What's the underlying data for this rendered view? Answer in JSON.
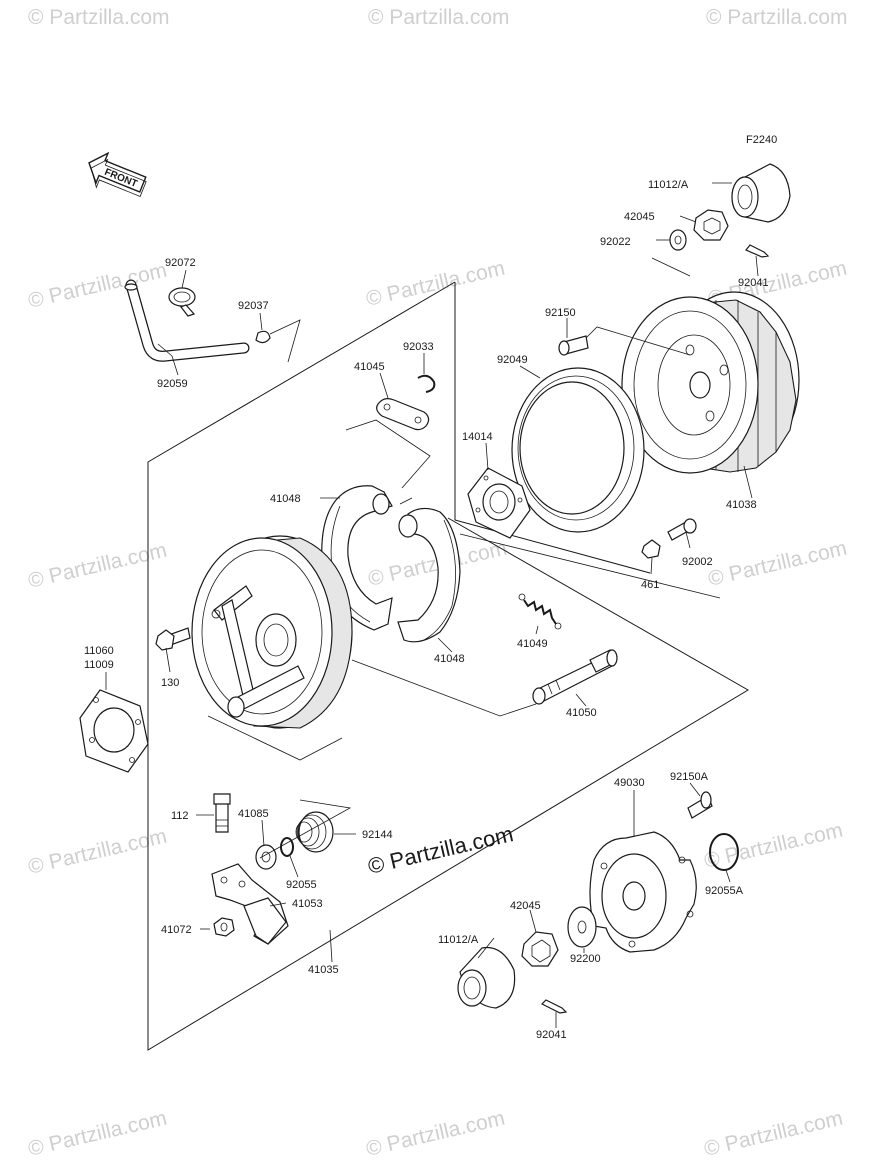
{
  "diagram": {
    "figure_code": "F2240",
    "front_arrow_label": "FRONT",
    "watermark_text": "© Partzilla.com",
    "center_watermark": "© Partzilla.com",
    "parts": [
      {
        "ref": "11012/A"
      },
      {
        "ref": "42045"
      },
      {
        "ref": "92022"
      },
      {
        "ref": "92041"
      },
      {
        "ref": "92072"
      },
      {
        "ref": "92037"
      },
      {
        "ref": "92059"
      },
      {
        "ref": "92150"
      },
      {
        "ref": "92049"
      },
      {
        "ref": "41038"
      },
      {
        "ref": "92033"
      },
      {
        "ref": "41045"
      },
      {
        "ref": "14014"
      },
      {
        "ref": "41048"
      },
      {
        "ref": "41048"
      },
      {
        "ref": "92002"
      },
      {
        "ref": "461"
      },
      {
        "ref": "41049"
      },
      {
        "ref": "11060"
      },
      {
        "ref": "11009"
      },
      {
        "ref": "130"
      },
      {
        "ref": "41050"
      },
      {
        "ref": "92150A"
      },
      {
        "ref": "49030"
      },
      {
        "ref": "112"
      },
      {
        "ref": "41085"
      },
      {
        "ref": "92144"
      },
      {
        "ref": "92055"
      },
      {
        "ref": "41053"
      },
      {
        "ref": "92055A"
      },
      {
        "ref": "42045"
      },
      {
        "ref": "41072"
      },
      {
        "ref": "11012/A"
      },
      {
        "ref": "92200"
      },
      {
        "ref": "41035"
      },
      {
        "ref": "92041"
      }
    ],
    "colors": {
      "line": "#1a1a1a",
      "part_fill": "#ffffff",
      "shade": "#e6e6e6",
      "watermark": "#cfcfcf"
    }
  }
}
